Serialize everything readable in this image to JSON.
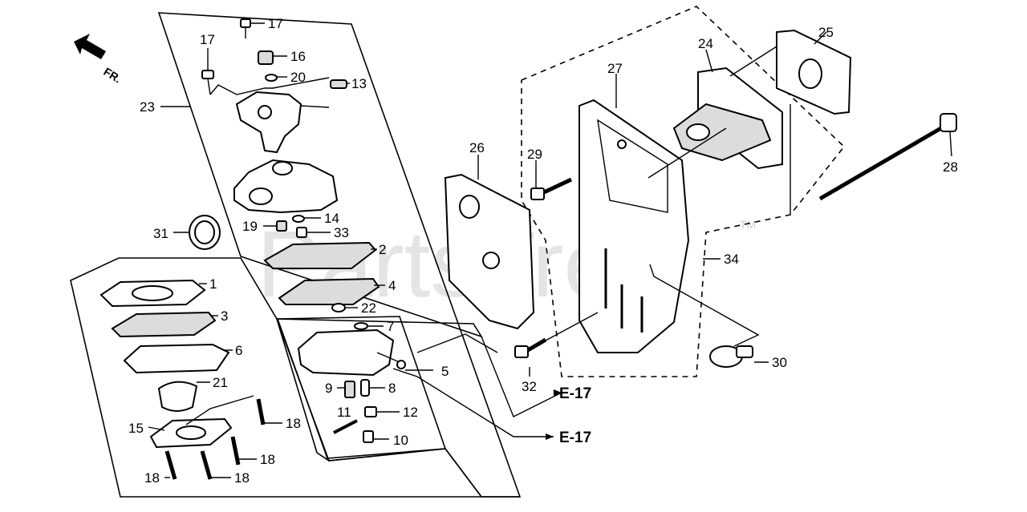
{
  "direction": {
    "label": "FR."
  },
  "watermark": {
    "text": "PartsTree",
    "trademark": "TM"
  },
  "refs": [
    "E-17",
    "E-17"
  ],
  "callouts": [
    {
      "id": "c17a",
      "label": "17"
    },
    {
      "id": "c17b",
      "label": "17"
    },
    {
      "id": "c16",
      "label": "16"
    },
    {
      "id": "c20",
      "label": "20"
    },
    {
      "id": "c13",
      "label": "13"
    },
    {
      "id": "c23",
      "label": "23"
    },
    {
      "id": "c14",
      "label": "14"
    },
    {
      "id": "c19",
      "label": "19"
    },
    {
      "id": "c33",
      "label": "33"
    },
    {
      "id": "c31",
      "label": "31"
    },
    {
      "id": "c2",
      "label": "2"
    },
    {
      "id": "c4",
      "label": "4"
    },
    {
      "id": "c22",
      "label": "22"
    },
    {
      "id": "c1",
      "label": "1"
    },
    {
      "id": "c3",
      "label": "3"
    },
    {
      "id": "c6",
      "label": "6"
    },
    {
      "id": "c21",
      "label": "21"
    },
    {
      "id": "c7",
      "label": "7"
    },
    {
      "id": "c5",
      "label": "5"
    },
    {
      "id": "c9",
      "label": "9"
    },
    {
      "id": "c8",
      "label": "8"
    },
    {
      "id": "c11",
      "label": "11"
    },
    {
      "id": "c12",
      "label": "12"
    },
    {
      "id": "c10",
      "label": "10"
    },
    {
      "id": "c15",
      "label": "15"
    },
    {
      "id": "c18a",
      "label": "18"
    },
    {
      "id": "c18b",
      "label": "18"
    },
    {
      "id": "c18c",
      "label": "18"
    },
    {
      "id": "c18d",
      "label": "18"
    },
    {
      "id": "c25",
      "label": "25"
    },
    {
      "id": "c24",
      "label": "24"
    },
    {
      "id": "c27",
      "label": "27"
    },
    {
      "id": "c26",
      "label": "26"
    },
    {
      "id": "c29",
      "label": "29"
    },
    {
      "id": "c28",
      "label": "28"
    },
    {
      "id": "c34",
      "label": "34"
    },
    {
      "id": "c32",
      "label": "32"
    },
    {
      "id": "c30",
      "label": "30"
    }
  ]
}
